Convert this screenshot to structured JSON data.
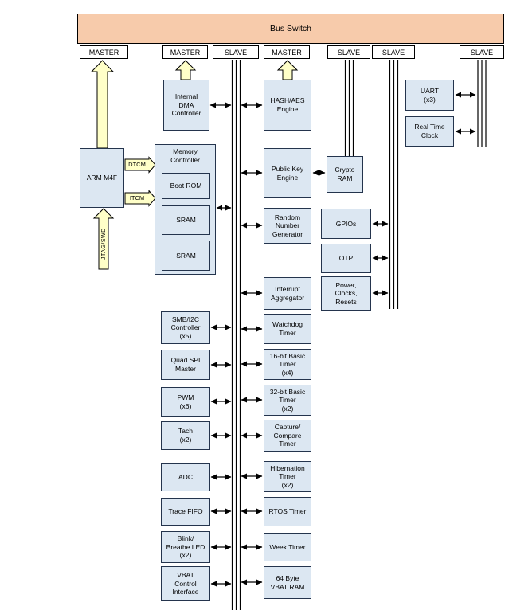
{
  "bus_switch_label": "Bus Switch",
  "ports": [
    "MASTER",
    "MASTER",
    "SLAVE",
    "MASTER",
    "SLAVE",
    "SLAVE",
    "SLAVE"
  ],
  "cpu_label": "ARM M4F",
  "jtag_label": "JTAG/SWD",
  "dtcm_label": "DTCM",
  "itcm_label": "ITCM",
  "memory": {
    "title": "Memory\nController",
    "items": [
      "Boot ROM",
      "SRAM",
      "SRAM"
    ]
  },
  "blocks": {
    "dma": "Internal\nDMA\nController",
    "hash": "HASH/AES\nEngine",
    "pke": "Public Key\nEngine",
    "crypto_ram": "Crypto\nRAM",
    "rng": "Random\nNumber\nGenerator",
    "gpios": "GPIOs",
    "otp": "OTP",
    "pcr": "Power,\nClocks,\nResets",
    "uart": "UART\n(x3)",
    "rtc": "Real Time\nClock",
    "int_agg": "Interrupt\nAggregator",
    "smb": "SMB/I2C\nController\n(x5)",
    "wdt": "Watchdog\nTimer",
    "qspi": "Quad SPI\nMaster",
    "t16": "16-bit Basic\nTimer\n(x4)",
    "pwm": "PWM\n(x6)",
    "t32": "32-bit Basic\nTimer\n(x2)",
    "tach": "Tach\n(x2)",
    "capcmp": "Capture/\nCompare\nTimer",
    "adc": "ADC",
    "hib": "Hibernation\nTimer\n(x2)",
    "trace": "Trace FIFO",
    "rtos": "RTOS Timer",
    "blink": "Blink/\nBreathe LED\n(x2)",
    "week": "Week Timer",
    "vbat_ctl": "VBAT\nControl\nInterface",
    "vbat_ram": "64 Byte\nVBAT RAM"
  },
  "colors": {
    "bus_fill": "#f7cbab",
    "block_fill": "#dce7f2",
    "arrow_fill": "#ffffc8",
    "border": "#24344d"
  }
}
